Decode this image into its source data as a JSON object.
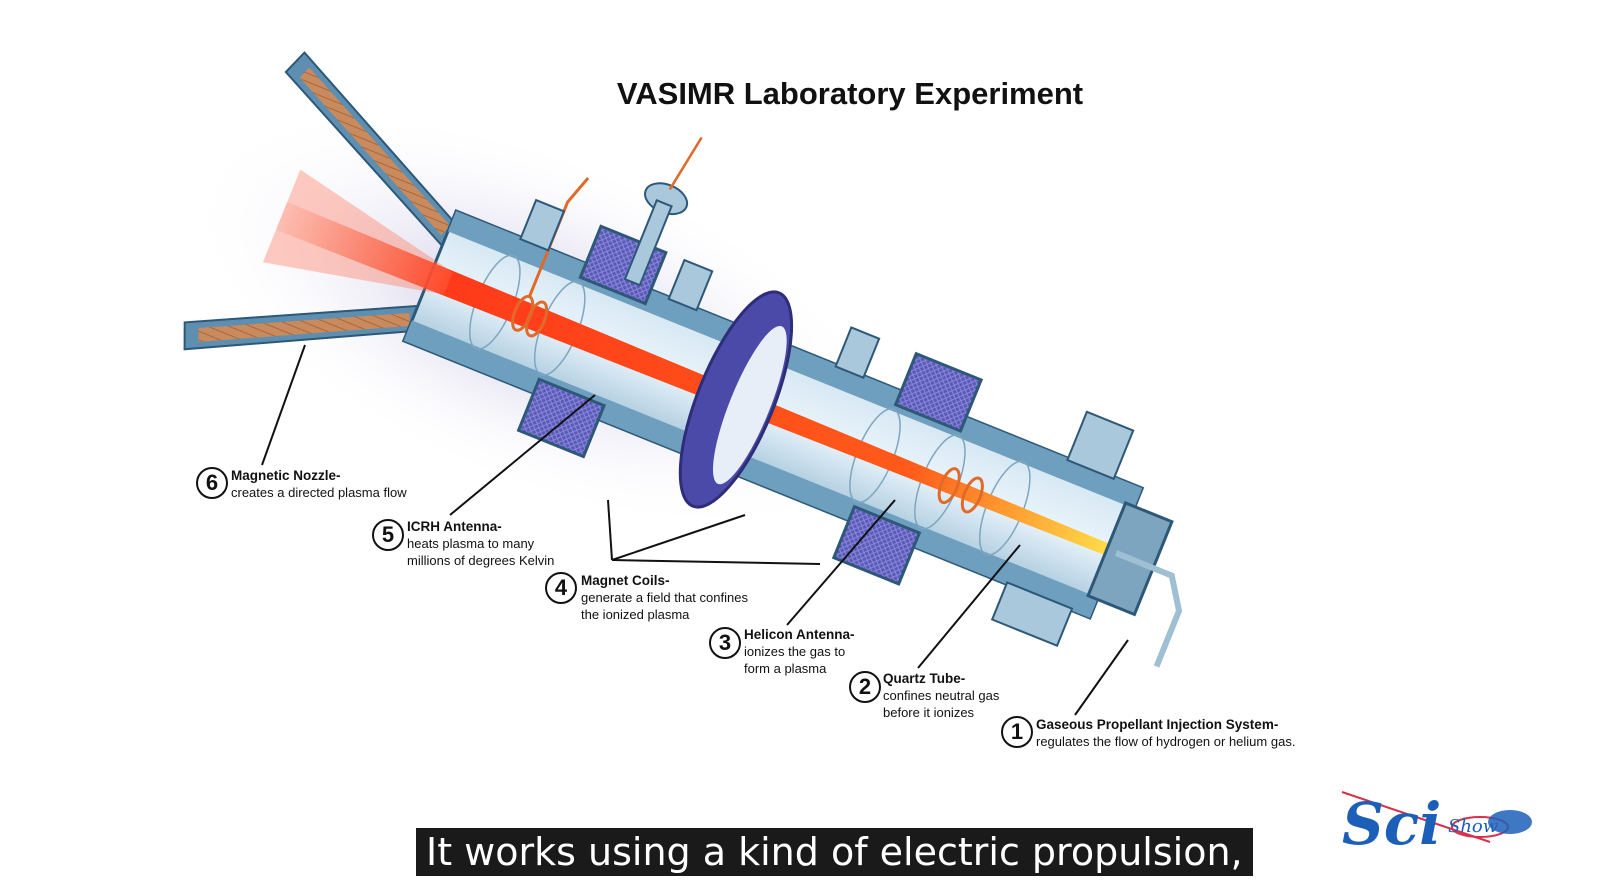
{
  "title": "VASIMR Laboratory Experiment",
  "components": [
    {
      "number": "6",
      "name": "Magnetic Nozzle-",
      "description": "creates a directed plasma flow"
    },
    {
      "number": "5",
      "name": "ICRH Antenna-",
      "description": "heats plasma to many\nmillions of degrees Kelvin"
    },
    {
      "number": "4",
      "name": "Magnet Coils-",
      "description": "generate a field that confines\nthe ionized plasma"
    },
    {
      "number": "3",
      "name": "Helicon Antenna-",
      "description": "ionizes the gas to\nform a plasma"
    },
    {
      "number": "2",
      "name": "Quartz Tube-",
      "description": "confines neutral gas\nbefore it ionizes"
    },
    {
      "number": "1",
      "name": "Gaseous Propellant Injection System-",
      "description": "regulates the flow of hydrogen or helium gas."
    }
  ],
  "caption": "It works using a kind of electric propulsion,",
  "logo": {
    "text": "Sci",
    "subtext": "Show",
    "color": "#1c5fb8",
    "accent": "#d9304a"
  },
  "colors": {
    "metal": "#8fb6cf",
    "metal_dark": "#4b7c9c",
    "plasma_hot": "#ff3a1a",
    "plasma_warm": "#ffd23a",
    "coil": "#5a59b8",
    "copper": "#c87a4a"
  }
}
